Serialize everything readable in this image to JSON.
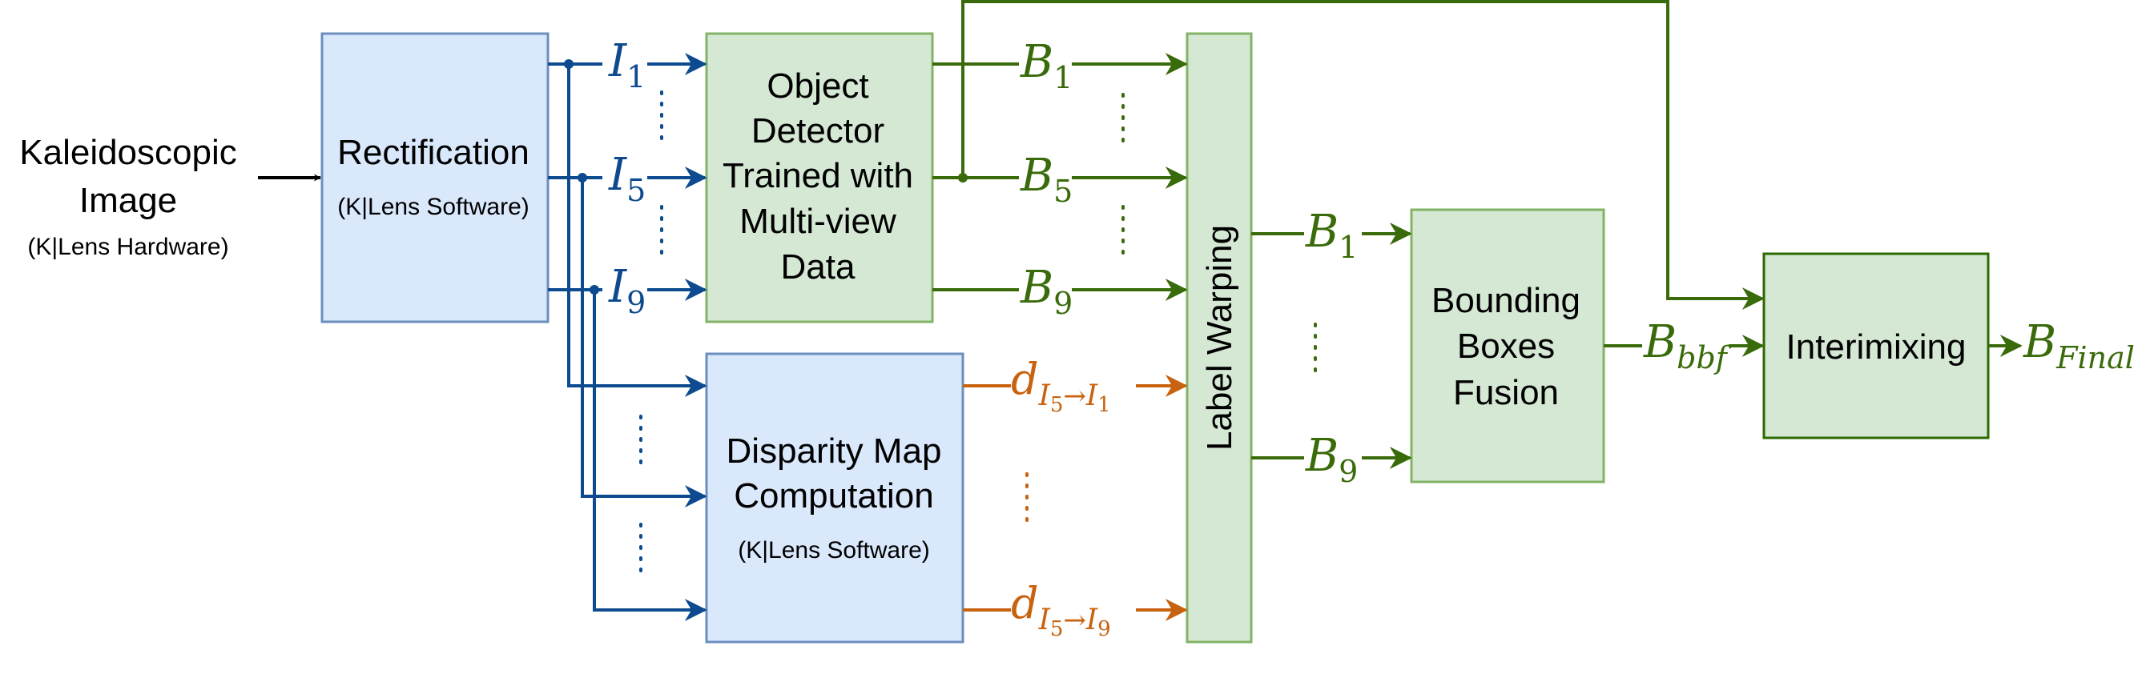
{
  "colors": {
    "blue": "#0d4a8f",
    "green": "#3a6b0a",
    "orange": "#c8620e",
    "black": "#000000",
    "blue_fill": "#dae8fc",
    "blue_border": "#6c8ebf",
    "green_fill": "#d5e8d4",
    "green_border": "#82b366",
    "green_border_dark": "#2d6a00"
  },
  "input": {
    "title_line1": "Kaleidoscopic",
    "title_line2": "Image",
    "subtitle": "(K|Lens Hardware)"
  },
  "rectification": {
    "title": "Rectification",
    "subtitle": "(K|Lens Software)"
  },
  "detector": {
    "lines": [
      "Object",
      "Detector",
      "Trained with",
      "Multi-view",
      "Data"
    ]
  },
  "disparity": {
    "line1": "Disparity Map",
    "line2": "Computation",
    "subtitle": "(K|Lens Software)"
  },
  "label_warping": {
    "title": "Label Warping"
  },
  "fusion": {
    "lines": [
      "Bounding",
      "Boxes",
      "Fusion"
    ]
  },
  "intermixing": {
    "title": "Interimixing"
  },
  "image_labels": {
    "i1": {
      "base": "I",
      "sub": "1"
    },
    "i5": {
      "base": "I",
      "sub": "5"
    },
    "i9": {
      "base": "I",
      "sub": "9"
    }
  },
  "box_labels": {
    "b1": {
      "base": "B",
      "sub": "1"
    },
    "b5": {
      "base": "B",
      "sub": "5"
    },
    "b9": {
      "base": "B",
      "sub": "9"
    },
    "b1_out": {
      "base": "B",
      "sub": "1"
    },
    "b9_out": {
      "base": "B",
      "sub": "9"
    },
    "bbf": {
      "base": "B",
      "sub": "bbf"
    },
    "final": {
      "base": "B",
      "sub": "Final"
    }
  },
  "disparity_labels": {
    "d1": {
      "base": "d",
      "sub_a": "I",
      "sub_a_sub": "5",
      "arrow": "→",
      "sub_b": "I",
      "sub_b_sub": "1"
    },
    "d9": {
      "base": "d",
      "sub_a": "I",
      "sub_a_sub": "5",
      "arrow": "→",
      "sub_b": "I",
      "sub_b_sub": "9"
    }
  }
}
